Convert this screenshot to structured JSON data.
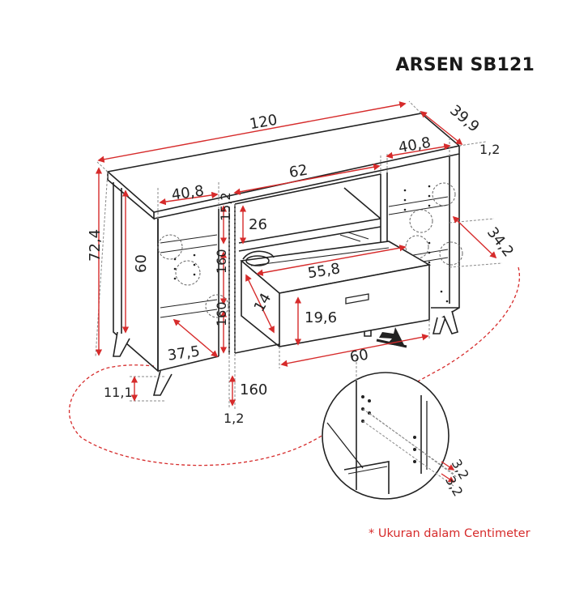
{
  "product": {
    "name": "ARSEN SB121"
  },
  "dimensions": {
    "total_width": "120",
    "depth": "39,9",
    "top_thickness": "1,2",
    "total_height": "72,4",
    "side_compartment_top_width": "40,8",
    "middle_compartment_width": "62",
    "right_compartment_top_width": "40,8",
    "side_compartment_height": "60",
    "upper_shelf_height": "15,2",
    "middle_shelf_height": "160",
    "lower_shelf_height": "160",
    "open_niche_height": "26",
    "drawer_inner_width": "55,8",
    "drawer_side_height": "14",
    "drawer_front_height": "19,6",
    "drawer_front_width": "60",
    "shelf_depth": "34,2",
    "bottom_depth": "37,5",
    "leg_height": "11,1",
    "base_width": "160",
    "panel_thickness": "1,2",
    "hole_spacing_1": "3,2",
    "hole_spacing_2": "3,2"
  },
  "footnote": "* Ukuran dalam Centimeter",
  "colors": {
    "dimension_red": "#d62b2b",
    "line_dark": "#222222",
    "guide_gray": "#8a8a8a"
  }
}
